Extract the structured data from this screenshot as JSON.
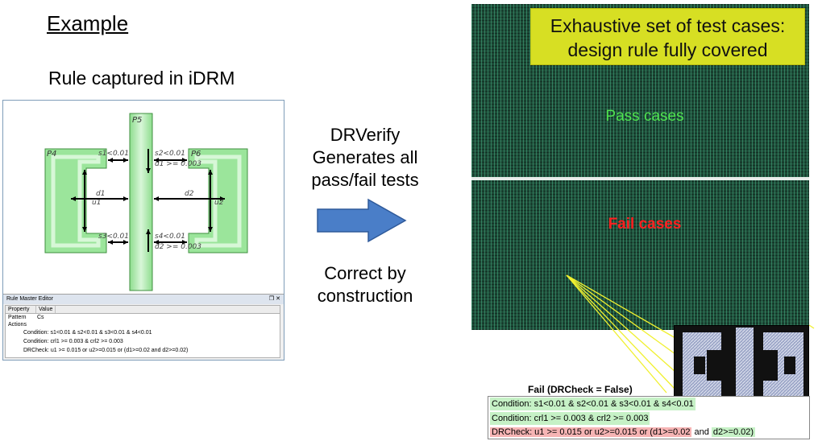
{
  "slide_title": "Example",
  "rule_caption": "Rule captured in iDRM",
  "idrm": {
    "polygons": {
      "p4": "P4",
      "p5": "P5",
      "p6": "P6"
    },
    "measure_labels": {
      "s1": "s1<0.01",
      "s2": "s2<0.01",
      "s3": "s3<0.01",
      "s4": "s4<0.01",
      "crl1_top": "d1 >= 0.003",
      "crl1_bottom": "d2 >= 0.003",
      "d1": "d1",
      "d2": "d2",
      "u1": "u1",
      "u2": "u2"
    },
    "rule_master_editor": {
      "title": "Rule Master Editor",
      "controls": "❒ ✕",
      "columns": [
        "Property",
        "Value"
      ],
      "pattern_key": "Pattern",
      "pattern_value": "Cs",
      "actions_key": "Actions",
      "condition1": "Condition: s1<0.01 & s2<0.01 & s3<0.01 & s4<0.01",
      "condition2": "Condition: crl1 >= 0.003 & crl2 >= 0.003",
      "drcheck": "DRCheck: u1 >= 0.015 or u2>=0.015 or (d1>=0.02 and d2>=0.02)"
    }
  },
  "middle": {
    "drverify_lines": [
      "DRVerify",
      "Generates all",
      "pass/fail tests"
    ],
    "correct_lines": [
      "Correct by",
      "construction"
    ]
  },
  "right": {
    "banner_lines": [
      "Exhaustive set of test cases:",
      "design rule fully covered"
    ],
    "pass_label": "Pass cases",
    "fail_label": "Fail cases",
    "fail_caption": "Fail (DRCheck = False)",
    "cond1": "Condition: s1<0.01 & s2<0.01 & s3<0.01 & s4<0.01",
    "cond2": "Condition: crl1 >= 0.003 & crl2 >= 0.003",
    "drcheck_red": "DRCheck: u1 >= 0.015 or u2>=0.015 or (d1>=0.02",
    "drcheck_and": " and ",
    "drcheck_green": "d2>=0.02)"
  },
  "colors": {
    "polygon_fill": "#9be59b",
    "grid_bg": "#1d4a37",
    "banner": "#d7df23",
    "arrow": "#4a7ec8",
    "callout_line": "#f0f030"
  }
}
